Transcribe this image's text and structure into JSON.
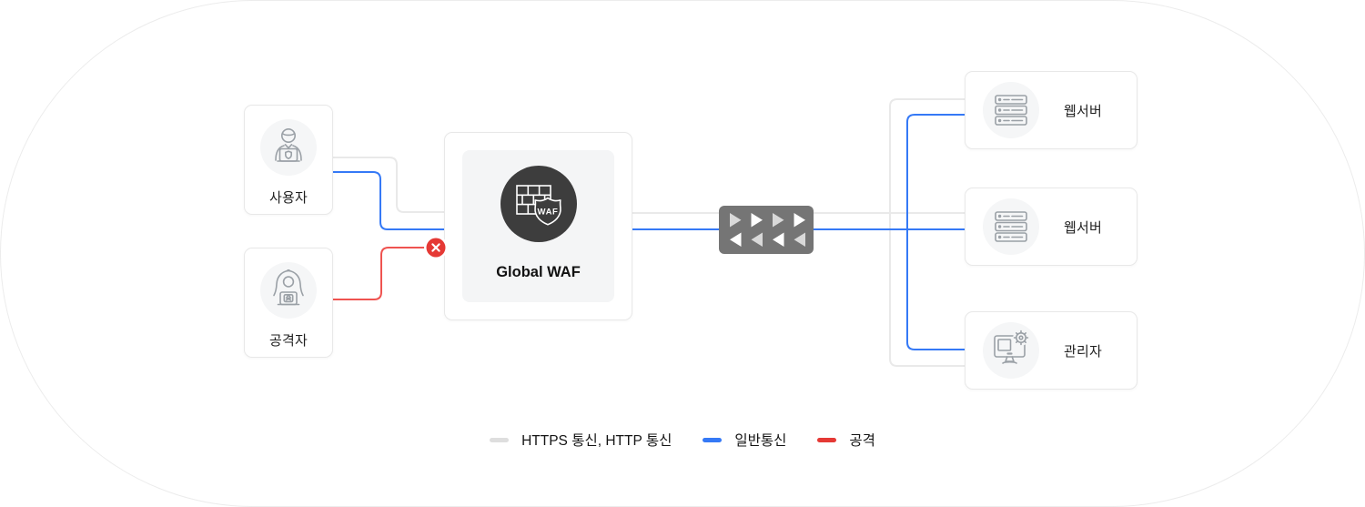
{
  "nodes": {
    "user": {
      "label": "사용자"
    },
    "attacker": {
      "label": "공격자"
    },
    "waf": {
      "label": "Global WAF",
      "shield": "WAF"
    },
    "webserver1": {
      "label": "웹서버"
    },
    "webserver2": {
      "label": "웹서버"
    },
    "admin": {
      "label": "관리자"
    }
  },
  "legend": {
    "items": [
      {
        "id": "https",
        "label": "HTTPS 통신, HTTP 통신",
        "color": "#dedede"
      },
      {
        "id": "normal",
        "label": "일반통신",
        "color": "#3579f6"
      },
      {
        "id": "attack",
        "label": "공격",
        "color": "#e53935"
      }
    ]
  },
  "colors": {
    "https_http_line": "#e9e9e9",
    "normal_line": "#3579f6",
    "attack_line": "#ef5350",
    "blocked_badge": "#e53935"
  }
}
